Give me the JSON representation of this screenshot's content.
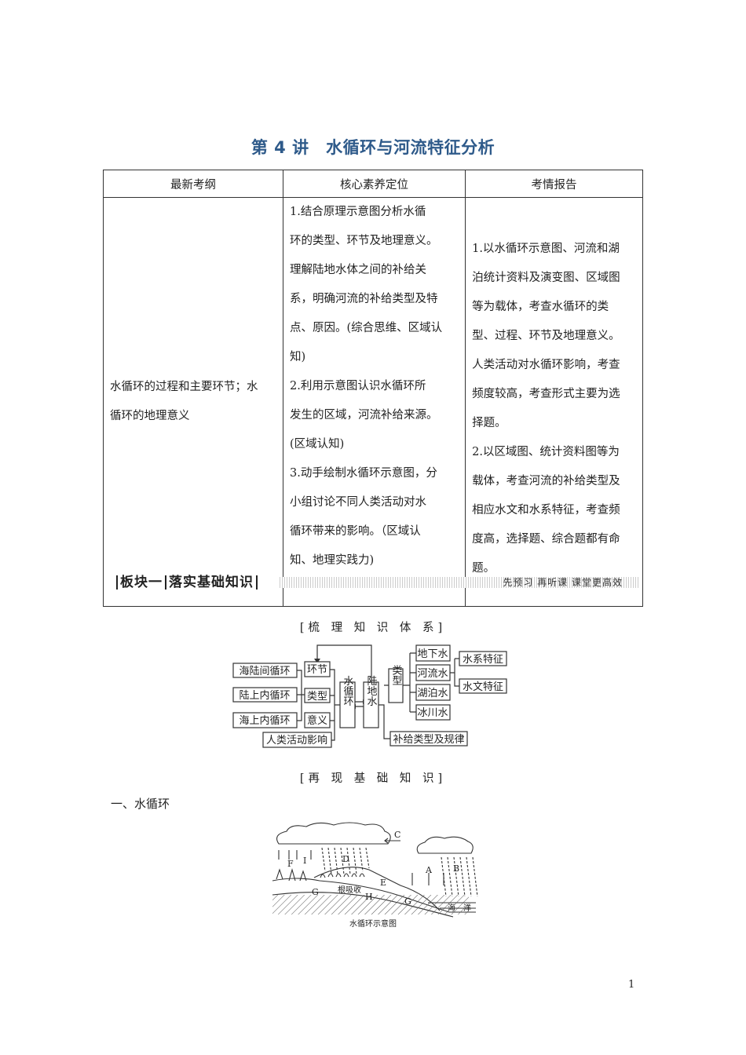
{
  "title": "第 4 讲　水循环与河流特征分析",
  "table": {
    "headers": [
      "最新考纲",
      "核心素养定位",
      "考情报告"
    ],
    "col1": [
      "水循环的过程和主要环节；水",
      "循环的地理意义"
    ],
    "col2": [
      "1.结合原理示意图分析水循",
      "环的类型、环节及地理意义。",
      "理解陆地水体之间的补给关",
      "系，明确河流的补给类型及特",
      "点、原因。(综合思维、区域认",
      "知)",
      "2.利用示意图认识水循环所",
      "发生的区域，河流补给来源。",
      "(区域认知)",
      "3.动手绘制水循环示意图，分",
      "小组讨论不同人类活动对水",
      "循环带来的影响。（区域认",
      "知、地理实践力)"
    ],
    "col3": [
      "1.以水循环示意图、河流和湖",
      "泊统计资料及演变图、区域图",
      "等为载体，考查水循环的类",
      "型、过程、环节及地理意义。",
      "人类活动对水循环影响，考查",
      "频度较高，考查形式主要为选",
      "择题。",
      "2.以区域图、统计资料图等为",
      "载体，考查河流的补给类型及",
      "相应水文和水系特征，考查频",
      "度高，选择题、综合题都有命",
      "题。"
    ]
  },
  "banner": {
    "part": "板块一",
    "name": "落实基础知识",
    "slogan": "先预习  再听课  课堂更高效"
  },
  "section1": "[梳 理 知 识 体 系]",
  "concept_map": {
    "cycles": [
      "海陆间循环",
      "陆上内循环",
      "海上内循环"
    ],
    "aspects": [
      "环节",
      "类型",
      "意义",
      "人类活动影响"
    ],
    "center": "水循环",
    "land_water": "陆地水",
    "types_label": "类型",
    "water_types": [
      "地下水",
      "河流水",
      "湖泊水",
      "冰川水"
    ],
    "features": [
      "水系特征",
      "水文特征"
    ],
    "supply": "补给类型及规律"
  },
  "section2": "[再 现 基 础 知 识]",
  "heading1": "一、水循环",
  "figure": {
    "labels": {
      "A": "A",
      "B": "B",
      "C": "C",
      "D": "D",
      "E": "E",
      "F": "F",
      "G1": "G",
      "G2": "G",
      "H": "H",
      "I": "I"
    },
    "root": "根吸收",
    "ocean": "海　洋",
    "caption": "水循环示意图"
  },
  "page_number": "1"
}
